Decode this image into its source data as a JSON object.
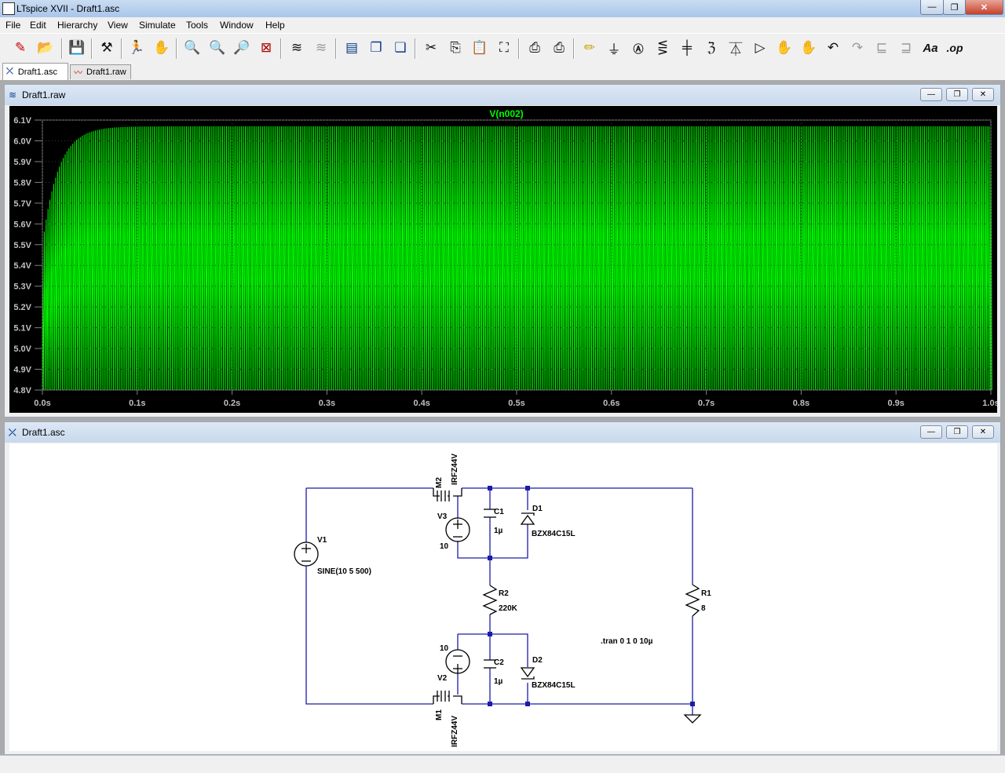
{
  "window": {
    "title": "LTspice XVII - Draft1.asc",
    "minimize": "—",
    "maximize": "❐",
    "close": "✕"
  },
  "menu": [
    "File",
    "Edit",
    "Hierarchy",
    "View",
    "Simulate",
    "Tools",
    "Window",
    "Help"
  ],
  "toolbar": {
    "icons": [
      "new-schematic-icon",
      "open-icon",
      "save-icon",
      "control-panel-icon",
      "run-icon",
      "halt-icon",
      "zoom-in-icon",
      "pan-icon",
      "zoom-out-icon",
      "zoom-fit-icon",
      "waveform-icon",
      "waveform-dim-icon",
      "tile-horizontal-icon",
      "cascade-icon",
      "tile-vertical-icon",
      "cut-icon",
      "copy-icon",
      "paste-icon",
      "find-icon",
      "print-icon",
      "print-setup-icon",
      "wire-icon",
      "ground-icon",
      "label-icon",
      "resistor-icon",
      "capacitor-icon",
      "inductor-icon",
      "diode-icon",
      "component-icon",
      "move-icon",
      "drag-icon",
      "undo-icon",
      "redo-icon",
      "rotate-icon",
      "mirror-icon",
      "text-icon",
      "spice-directive-icon"
    ],
    "text_tool": "Aa",
    "op_tool": ".op"
  },
  "tabs": [
    {
      "label": "Draft1.asc",
      "active": true
    },
    {
      "label": "Draft1.raw",
      "active": false
    }
  ],
  "waveform_window": {
    "title": "Draft1.raw",
    "trace_label": "V(n002)",
    "trace_color": "#00ff00"
  },
  "chart_data": {
    "type": "line",
    "title": "V(n002)",
    "series": [
      {
        "name": "V(n002)",
        "description_levels": {
          "max": 6.07,
          "min": 4.8
        }
      }
    ],
    "y_ticks": [
      "6.1V",
      "6.0V",
      "5.9V",
      "5.8V",
      "5.7V",
      "5.6V",
      "5.5V",
      "5.4V",
      "5.3V",
      "5.2V",
      "5.1V",
      "5.0V",
      "4.9V",
      "4.8V"
    ],
    "x_ticks": [
      "0.0s",
      "0.1s",
      "0.2s",
      "0.3s",
      "0.4s",
      "0.5s",
      "0.6s",
      "0.7s",
      "0.8s",
      "0.9s",
      "1.0s"
    ],
    "ylim": [
      4.8,
      6.1
    ],
    "xlim": [
      0,
      1.0
    ],
    "grid": true
  },
  "schematic_window": {
    "title": "Draft1.asc",
    "labels": {
      "m2_name": "M2",
      "m2_model": "IRFZ44V",
      "m1_name": "M1",
      "m1_model": "IRFZ44V",
      "v1_name": "V1",
      "v1_value": "SINE(10 5 500)",
      "v3_name": "V3",
      "v3_value": "10",
      "v2_name": "V2",
      "v2_value": "10",
      "c1_name": "C1",
      "c1_value": "1µ",
      "c2_name": "C2",
      "c2_value": "1µ",
      "d1_name": "D1",
      "d1_value": "BZX84C15L",
      "d2_name": "D2",
      "d2_value": "BZX84C15L",
      "r2_name": "R2",
      "r2_value": "220K",
      "r1_name": "R1",
      "r1_value": "8",
      "directive": ".tran 0 1 0 10µ"
    }
  }
}
